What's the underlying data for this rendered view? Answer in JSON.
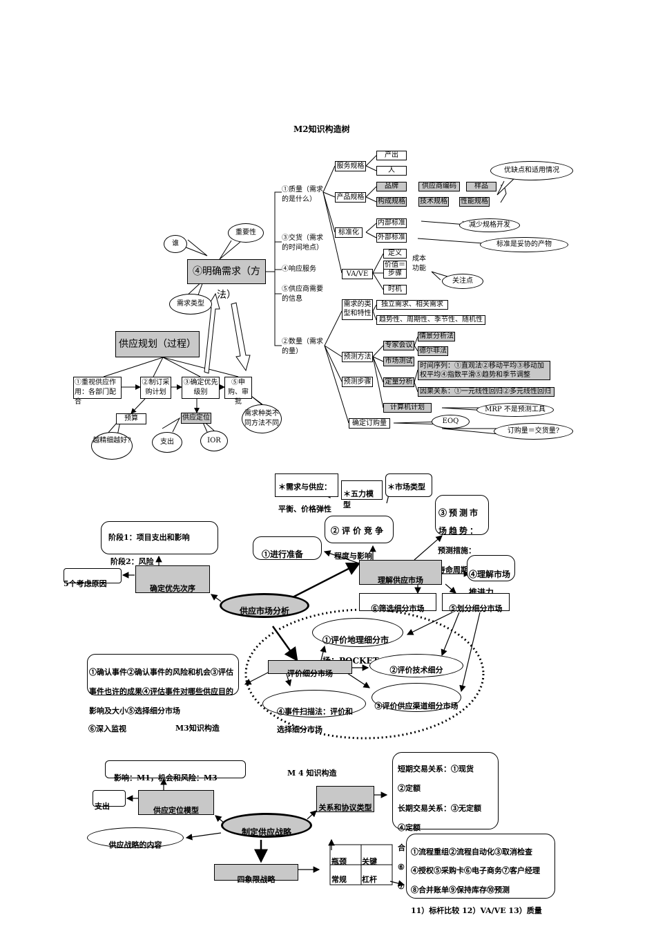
{
  "m2": {
    "title": "M2知识构造树",
    "center": "④明确需求（方法）",
    "center_callouts": [
      "谁",
      "重要性",
      "需求类型"
    ],
    "planning": "供应规划（过程）",
    "steps": [
      "①重视供应作用：各部门配合",
      "②制订采购计划",
      "③确定优先级别",
      "⑤申购、审批"
    ],
    "sub_budget": "预算",
    "sub_budget_note": "越精细越好?",
    "sub_position": "供应定位",
    "sub_position_notes": [
      "支出",
      "IOR"
    ],
    "sub_apply_note": "需求种类不同方法不同",
    "branches": [
      "①质量（需求的是什么）",
      "③交货（需求的时间地点）",
      "④响应服务",
      "⑤供应商需要的信息",
      "②数量（需求的量）"
    ],
    "quality_items": [
      "服务规格",
      "产品规格",
      "标准化",
      "VA/VE"
    ],
    "service_spec": [
      "产出",
      "人"
    ],
    "product_spec": [
      "品牌",
      "供应商编码",
      "样品",
      "构成规格",
      "技术规格",
      "性能规格"
    ],
    "product_note": "优缺点和适用情况",
    "standard": [
      "内部标准",
      "外部标准"
    ],
    "standard_notes": [
      "减少规格开发",
      "标准是妥协的产物"
    ],
    "vave": [
      "定义",
      "价值＝",
      "步骤",
      "时机"
    ],
    "vave_value": "成本功能",
    "vave_note": "关注点",
    "qty_items": [
      "需求的类型和特性",
      "预测方法",
      "预测步骤",
      "确定订购量"
    ],
    "demand_types": [
      "独立需求、相关需求",
      "趋势性、周期性、季节性、随机性"
    ],
    "forecast": [
      "专家会议",
      "市场测试",
      "定量分析",
      "计算机计划"
    ],
    "expert": [
      "情景分析法",
      "德尔菲法"
    ],
    "quant": [
      "时间序列：①直观法②移动平均③移动加权平均④指数平滑⑤趋势和季节调整",
      "因果关系：①一元线性回归②多元线性回归"
    ],
    "mrp_note": "MRP 不是预测工具",
    "eoq": "EOQ",
    "eoq_note": "订购量＝交货量?"
  },
  "m3": {
    "title": "M3知识构造",
    "center": "供应市场分析",
    "priority": "确定优先次序",
    "stage": "阶段1：项目支出和影响",
    "stage2": "阶段2：风险",
    "reasons": "5个考虑原因",
    "prepare": "①进行准备",
    "understand": "理解供应市场",
    "supply_demand": "＊需求与供应：",
    "supply_demand2": "平衡、价格弹性",
    "five_forces": "＊五力模型",
    "market_type": "＊市场类型",
    "competition": "②评价竞争",
    "competition2": "程度与影响",
    "forecast_trend": "③预测市场趋势：",
    "forecast_measures": "预测措施：",
    "life_cycle": "寿命周期",
    "drivers": "④理解市场推进力",
    "screen": "⑥筛选细分市场",
    "divide": "⑤划分细分市场",
    "eval_segment": "评价细分市场",
    "geo": "①评价地理细分市场：POCKET",
    "tech": "②评价技术细分",
    "channel": "③评价供应渠道细分市场",
    "scan": "④事件扫描法：评价和选择细分市场",
    "events": "①确认事件②确认事件的风险和机会③评估事件也许的成果④评估事件对哪些供应目的影响及大小⑤选择细分市场",
    "monitor": "⑥深入监视"
  },
  "m4": {
    "title": "M 4 知识构造",
    "center": "制定供应战略",
    "model": "供应定位模型",
    "influence": "影响：M1，机会和风险：M3",
    "spend": "支出",
    "content": "供应战略的内容",
    "relation": "关系和协议类型",
    "relation_detail": [
      "短期交易关系：①现货",
      "②定额",
      "长期交易关系：③无定额",
      "④定额"
    ],
    "relation_extra": [
      "合",
      "⑥",
      "⑦"
    ],
    "four_quadrant": "四象限战略",
    "quadrants": [
      "瓶颈",
      "关键",
      "常规",
      "杠杆"
    ],
    "tools": [
      "①流程重组②流程自动化③取消检查",
      "④授权⑤采购卡⑥电子商务⑦客户经理",
      "⑧合并账单⑨保持库存⑩预测",
      "11）标杆比较 12）VA/VE 13）质量"
    ]
  }
}
